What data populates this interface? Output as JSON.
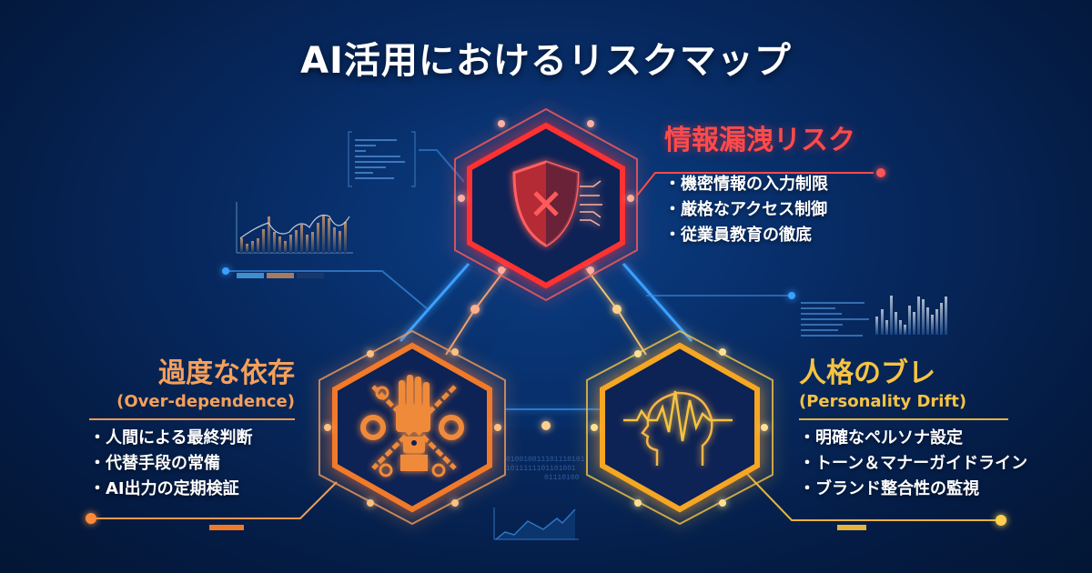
{
  "title": "AI活用におけるリスクマップ",
  "colors": {
    "background": "#062a60",
    "info_leak": "#ff3b3b",
    "over_dependence": "#f28a3a",
    "personality_drift": "#f6c343",
    "accent_blue": "#3aa0ff"
  },
  "risks": {
    "info_leak": {
      "heading": "情報漏洩リスク",
      "icon": "shield-x-icon",
      "items": [
        "機密情報の入力制限",
        "厳格なアクセス制御",
        "従業員教育の徹底"
      ]
    },
    "over_dependence": {
      "heading": "過度な依存",
      "subheading": "(Over-dependence)",
      "icon": "chained-hand-lock-icon",
      "items": [
        "人間による最終判断",
        "代替手段の常備",
        "AI出力の定期検証"
      ]
    },
    "personality_drift": {
      "heading": "人格のブレ",
      "subheading": "(Personality Drift)",
      "icon": "head-waveform-icon",
      "items": [
        "明確なペルソナ設定",
        "トーン＆マナーガイドライン",
        "ブランド整合性の監視"
      ]
    }
  },
  "decor": {
    "binary_text": [
      "010010011101110101",
      "1011111101101001",
      "01110100"
    ]
  }
}
